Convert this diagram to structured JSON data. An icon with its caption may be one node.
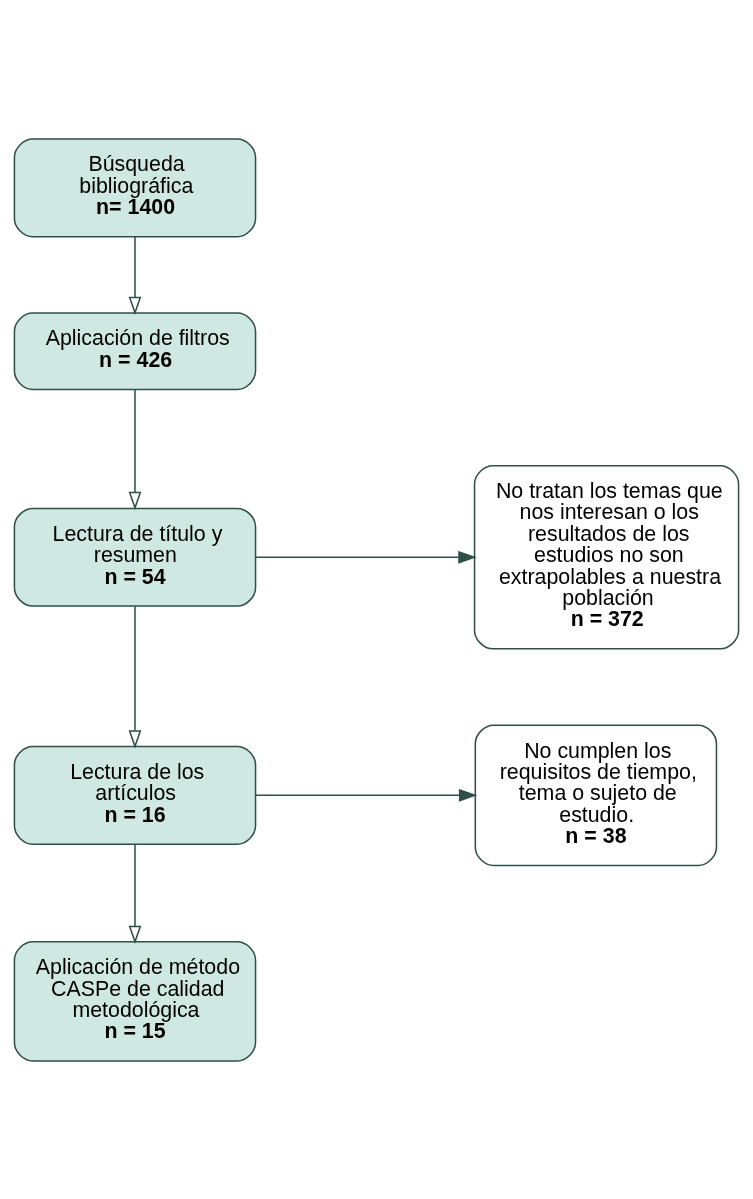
{
  "diagram": {
    "nodes": [
      {
        "text": [
          "Búsqueda bibliográfica",
          "n= 1400"
        ]
      },
      {
        "text": [
          "Aplicación de filtros",
          "n = 426"
        ]
      },
      {
        "text": [
          "Lectura de título y resumen",
          "n = 54"
        ]
      },
      {
        "text": [
          "Lectura de los artículos",
          "n = 16"
        ]
      },
      {
        "text": [
          "Aplicación de método CASPe de calidad metodológica",
          "n = 15"
        ]
      },
      {
        "text": [
          "No tratan los temas que nos interesan o los resultados de los estudios no son extrapolables a nuestra población",
          "n = 372"
        ]
      },
      {
        "text": [
          "No cumplen los requisitos de tiempo, tema o sujeto de estudio.",
          "n = 38"
        ]
      }
    ],
    "edges": [
      {
        "from": 0,
        "to": 1,
        "arrow": "to"
      },
      {
        "from": 1,
        "to": 2,
        "arrow": "to"
      },
      {
        "from": 2,
        "to": 3,
        "arrow": "to"
      },
      {
        "from": 3,
        "to": 4,
        "arrow": "to"
      },
      {
        "from": 2,
        "to": 5,
        "arrow": "to"
      },
      {
        "from": 3,
        "to": 6,
        "arrow": "to"
      }
    ]
  }
}
